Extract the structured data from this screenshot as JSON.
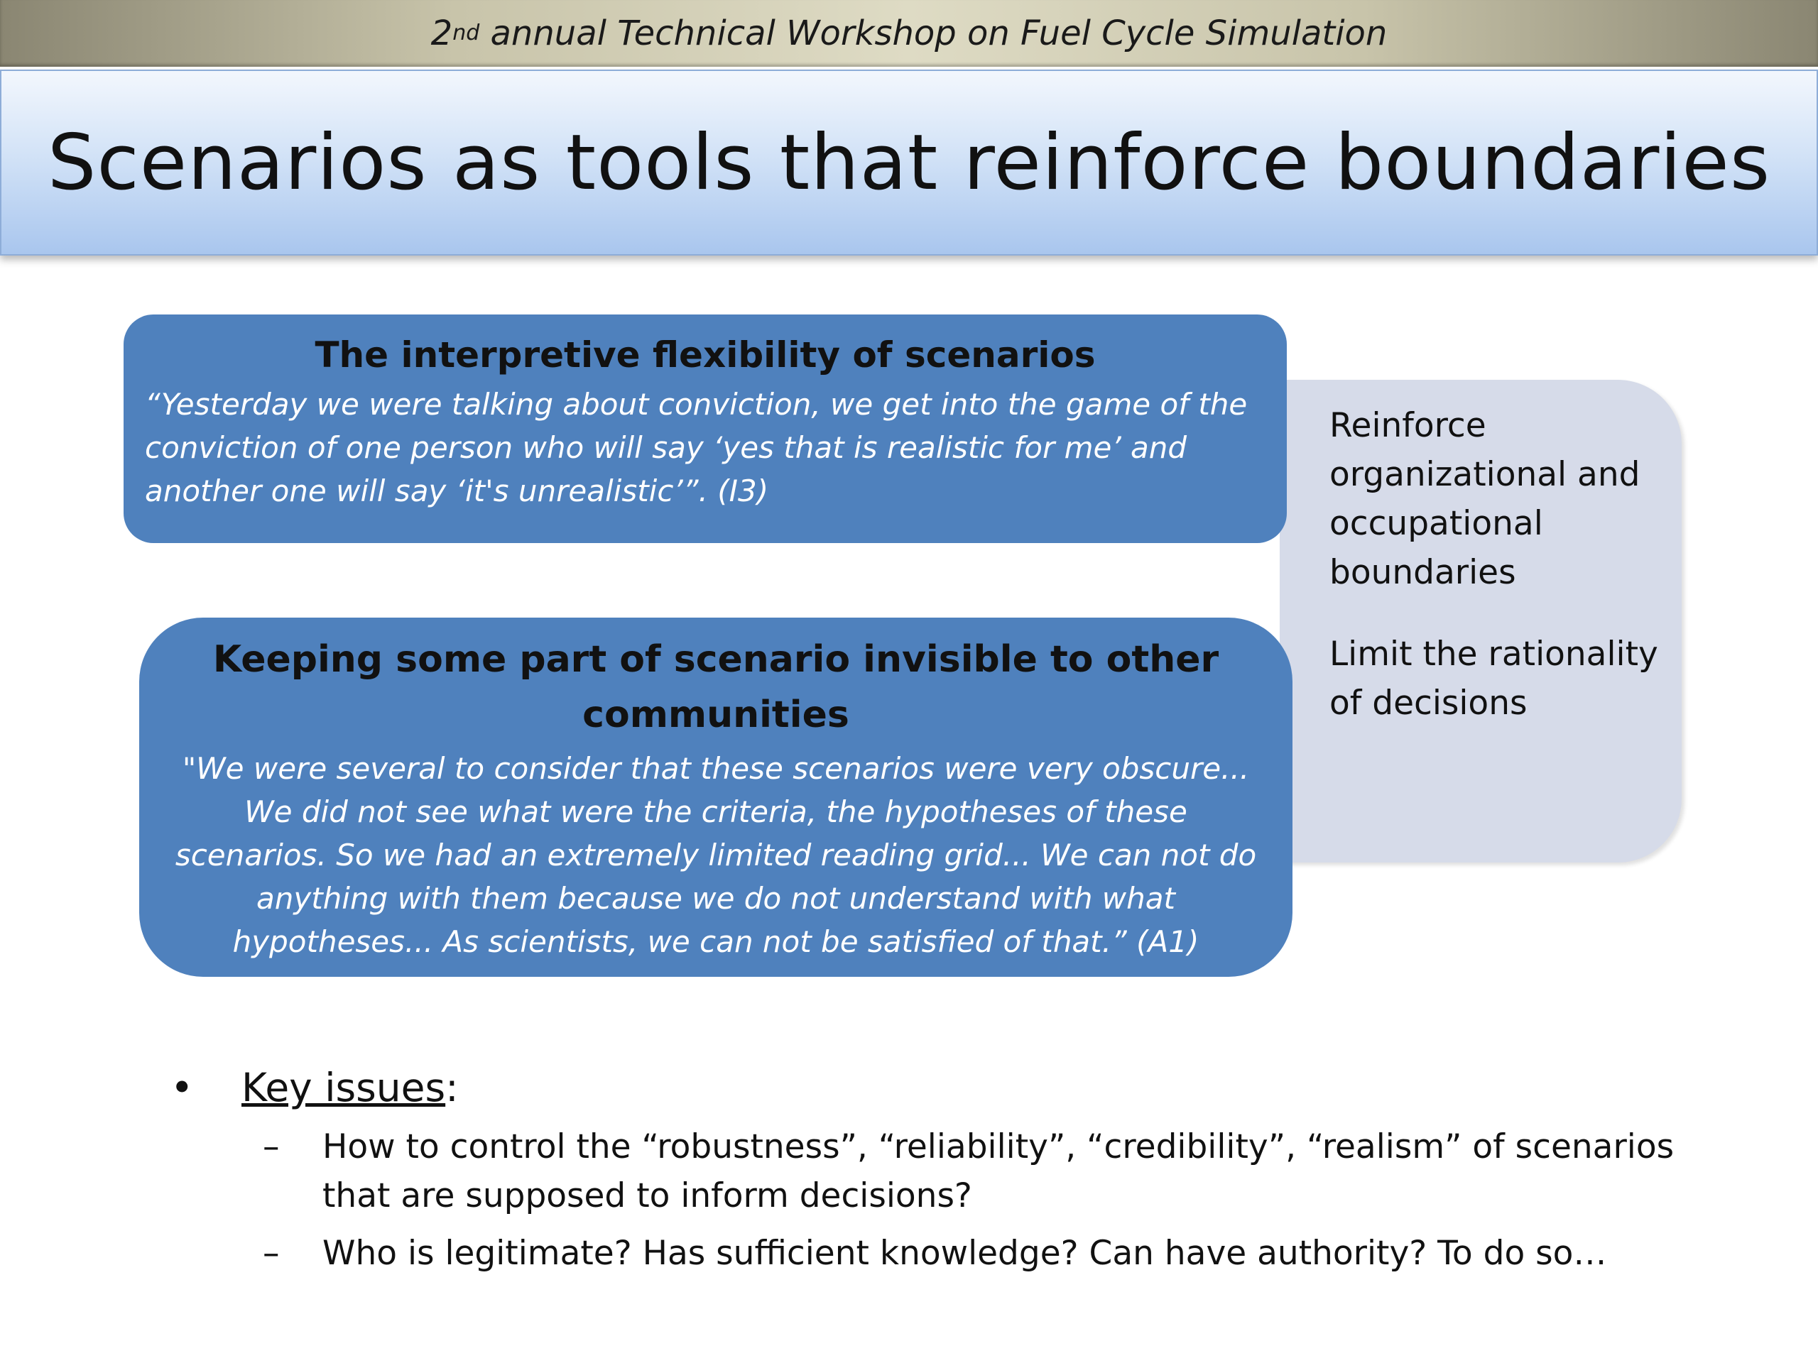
{
  "banner": {
    "ordinal": "2",
    "ordinal_suffix": "nd",
    "text": " annual Technical Workshop on Fuel Cycle Simulation"
  },
  "title": "Scenarios as tools that reinforce boundaries",
  "box1": {
    "heading": "The interpretive flexibility of scenarios",
    "quote": "“Yesterday we were talking about conviction, we get into the game of the conviction of one person who will say ‘yes that is realistic for me’ and  another one will say ‘it's unrealistic’”. (I3)"
  },
  "box2": {
    "heading": "Keeping some part of scenario invisible to other communities",
    "quote": "\"We were several to consider that these scenarios were very obscure... We did not see what were the criteria, the hypotheses of these scenarios. So we had an extremely limited reading grid... We can not do anything with them because we do not understand with what hypotheses... As scientists, we can not be satisfied of that.” (A1)"
  },
  "side_panel": {
    "item1": "Reinforce organizational and occupational boundaries",
    "item2": "Limit the rationality of decisions"
  },
  "key_issues": {
    "bullet": "•",
    "label": "Key issues",
    "colon": ":",
    "dash": "–",
    "items": [
      "How to control the “robustness”, “reliability”, “credibility”, “realism” of scenarios that are supposed to inform decisions?",
      "Who is legitimate? Has sufficient knowledge? Can have authority? To do so…"
    ]
  }
}
